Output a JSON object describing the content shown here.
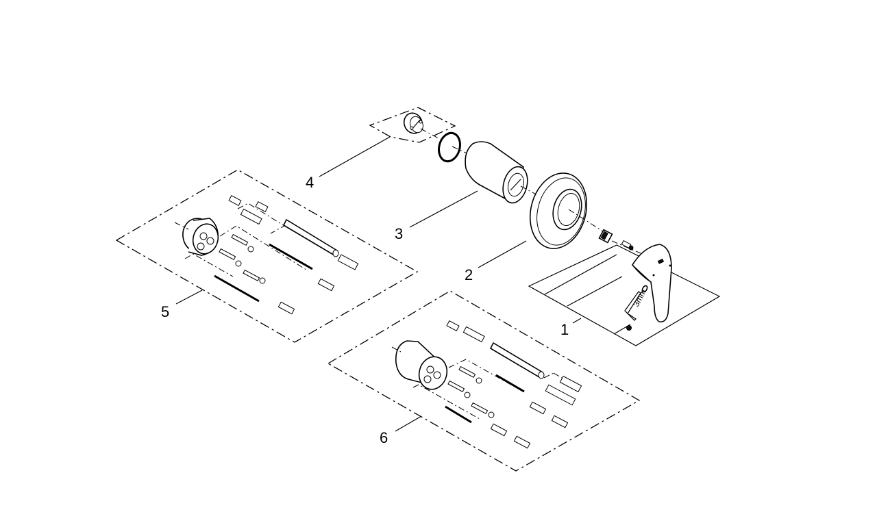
{
  "diagram": {
    "type": "exploded-parts-view",
    "callouts": [
      {
        "id": "1",
        "label": "1",
        "part": "lever-handle-set"
      },
      {
        "id": "2",
        "label": "2",
        "part": "escutcheon-rosette"
      },
      {
        "id": "3",
        "label": "3",
        "part": "sleeve"
      },
      {
        "id": "4",
        "label": "4",
        "part": "cartridge-adapter"
      },
      {
        "id": "5",
        "label": "5",
        "part": "extension-set-a"
      },
      {
        "id": "6",
        "label": "6",
        "part": "extension-set-b"
      }
    ],
    "annotations": {
      "hex_key": "3mm"
    }
  }
}
